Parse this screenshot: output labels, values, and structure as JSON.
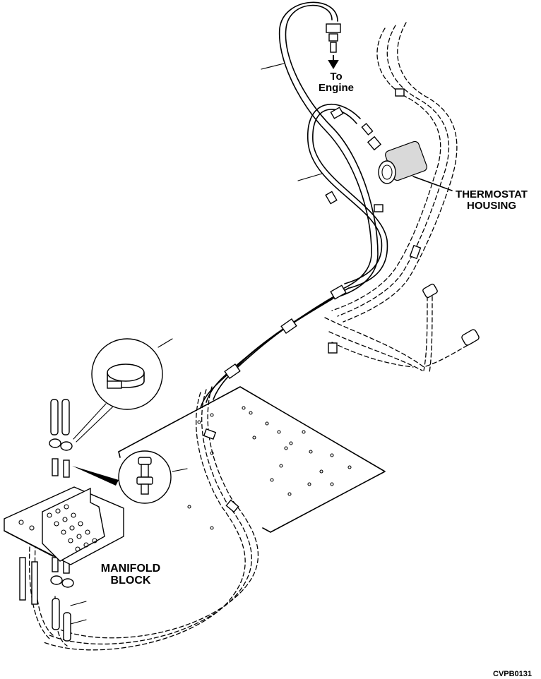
{
  "labels": {
    "to_engine": "To\nEngine",
    "to_engine_line1": "To",
    "to_engine_line2": "Engine",
    "thermostat_line1": "THERMOSTAT",
    "thermostat_line2": "HOUSING",
    "manifold_line1": "MANIFOLD",
    "manifold_line2": "BLOCK",
    "figure_code": "CVPB0131"
  },
  "colors": {
    "ink": "#000000",
    "paper": "#ffffff",
    "shade": "#d9d9d9"
  }
}
